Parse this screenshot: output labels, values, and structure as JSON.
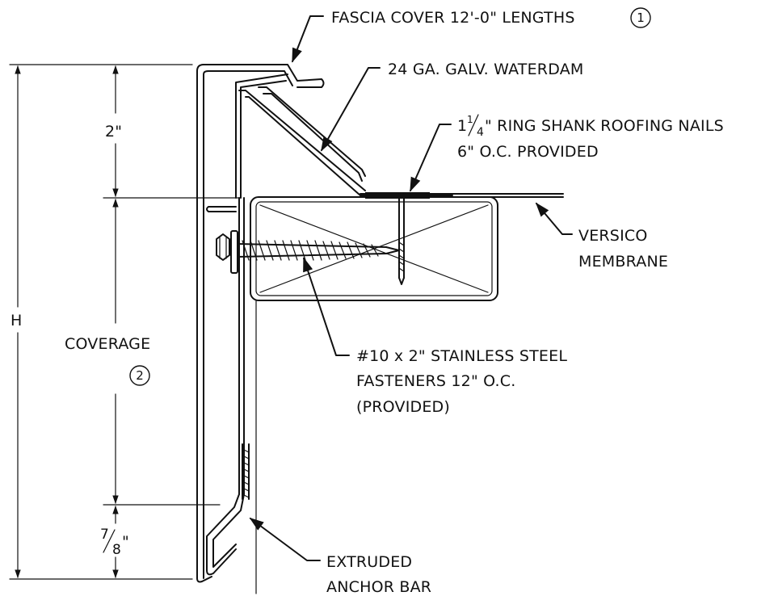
{
  "labels": {
    "fascia_cover": "FASCIA COVER 12'-0\" LENGTHS",
    "fascia_note_num": "1",
    "waterdam": "24 GA. GALV. WATERDAM",
    "nails_whole": "1",
    "nails_frac_num": "1",
    "nails_frac_den": "4",
    "nails_rest": "\" RING SHANK ROOFING NAILS",
    "nails_line2": "6\" O.C. PROVIDED",
    "versico_line1": "VERSICO",
    "versico_line2": "MEMBRANE",
    "fasteners_line1": "#10 x 2\" STAINLESS STEEL",
    "fasteners_line2": "FASTENERS 12\" O.C.",
    "fasteners_line3": "(PROVIDED)",
    "anchor_line1": "EXTRUDED",
    "anchor_line2": "ANCHOR BAR",
    "dim_height": "H",
    "dim_top": "2\"",
    "dim_coverage": "COVERAGE",
    "coverage_note_num": "2",
    "dim_bottom_num": "7",
    "dim_bottom_den": "8",
    "dim_bottom_unit": "\""
  }
}
